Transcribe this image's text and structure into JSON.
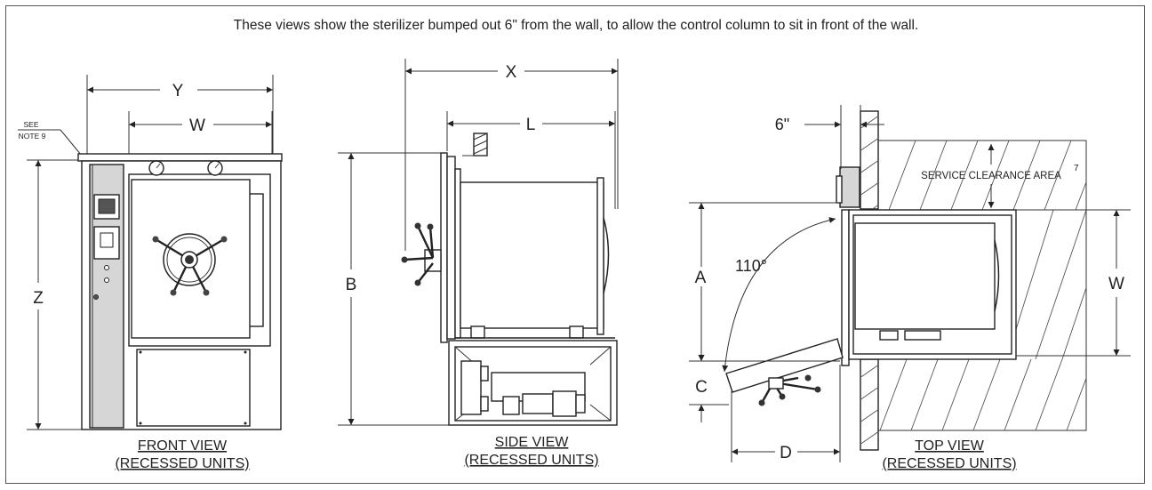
{
  "caption": "These views show the sterilizer bumped out 6\" from the wall, to allow the control column to sit in front of the wall.",
  "front_view": {
    "title": "FRONT VIEW",
    "subtitle": "(RECESSED UNITS)",
    "dims": {
      "y": "Y",
      "w": "W",
      "z": "Z"
    },
    "note_line1": "SEE",
    "note_line2": "NOTE 9"
  },
  "side_view": {
    "title": "SIDE VIEW",
    "subtitle": "(RECESSED UNITS)",
    "dims": {
      "x": "X",
      "l": "L",
      "b": "B"
    }
  },
  "top_view": {
    "title": "TOP VIEW",
    "subtitle": "(RECESSED UNITS)",
    "dims": {
      "six": "6\"",
      "a": "A",
      "c": "C",
      "d": "D",
      "w": "W"
    },
    "angle": "110°",
    "service_label": "SERVICE CLEARANCE AREA",
    "service_sup": "7"
  }
}
